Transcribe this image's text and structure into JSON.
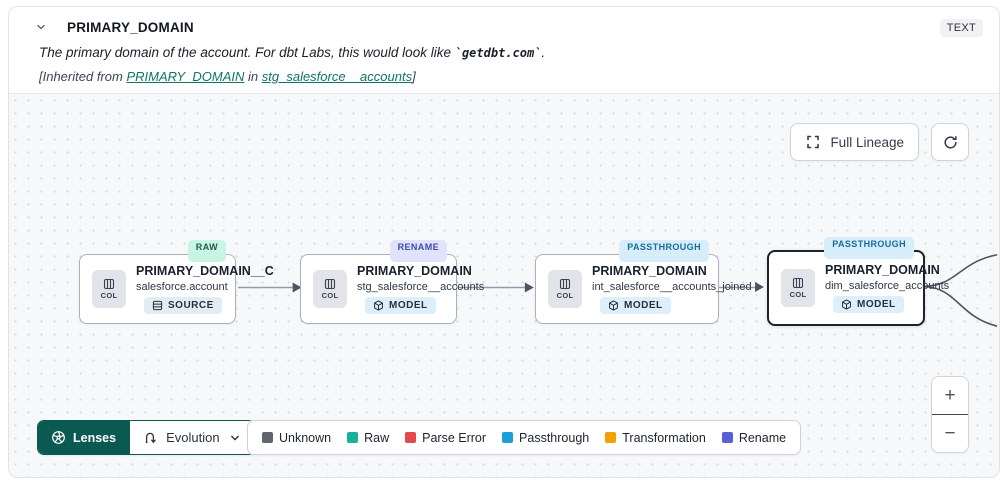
{
  "header": {
    "title": "PRIMARY_DOMAIN",
    "type_badge": "TEXT",
    "description_prefix": "The primary domain of the account. For dbt Labs, this would look like ",
    "description_code": "`getdbt.com`",
    "description_suffix": ".",
    "inherited_prefix": "[Inherited from ",
    "inherited_link_column": "PRIMARY_DOMAIN",
    "inherited_middle": " in ",
    "inherited_link_model": "stg_salesforce__accounts",
    "inherited_suffix": "]"
  },
  "toolbar": {
    "full_lineage": "Full Lineage"
  },
  "graph": {
    "col_label": "COL",
    "nodes": [
      {
        "badge": "RAW",
        "badge_bg": "#c8f4e4",
        "badge_fg": "#245c50",
        "title": "PRIMARY_DOMAIN__C",
        "subtitle": "salesforce.account",
        "kind": "SOURCE"
      },
      {
        "badge": "RENAME",
        "badge_bg": "#e1e2fb",
        "badge_fg": "#4149ad",
        "title": "PRIMARY_DOMAIN",
        "subtitle": "stg_salesforce__accounts",
        "kind": "MODEL"
      },
      {
        "badge": "PASSTHROUGH",
        "badge_bg": "#d7edf9",
        "badge_fg": "#146d9f",
        "title": "PRIMARY_DOMAIN",
        "subtitle": "int_salesforce__accounts_joined",
        "kind": "MODEL"
      },
      {
        "badge": "PASSTHROUGH",
        "badge_bg": "#d7edf9",
        "badge_fg": "#146d9f",
        "title": "PRIMARY_DOMAIN",
        "subtitle": "dim_salesforce_accounts",
        "kind": "MODEL"
      }
    ]
  },
  "footer": {
    "lenses_label": "Lenses",
    "lenses_bg": "#0b5a52",
    "lens_selected": "Evolution",
    "legend": [
      {
        "label": "Unknown",
        "color": "#5f6670"
      },
      {
        "label": "Raw",
        "color": "#16b29a"
      },
      {
        "label": "Parse Error",
        "color": "#e5484d"
      },
      {
        "label": "Passthrough",
        "color": "#1b9fd8"
      },
      {
        "label": "Transformation",
        "color": "#f2a005"
      },
      {
        "label": "Rename",
        "color": "#5a5fd6"
      }
    ]
  },
  "zoom": {
    "zoom_in": "+",
    "zoom_out": "−"
  }
}
